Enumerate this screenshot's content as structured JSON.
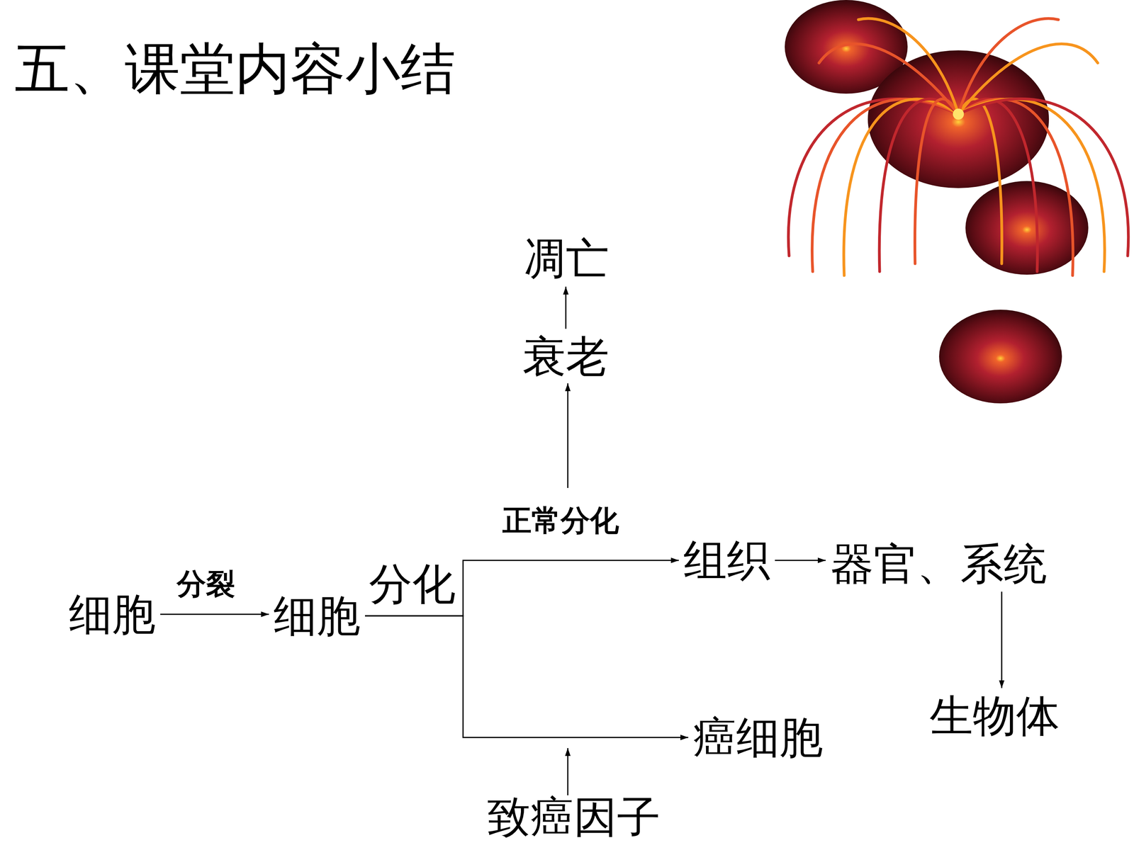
{
  "diagram": {
    "title": "五、课堂内容小结",
    "nodes": [
      {
        "text": [
          "细胞"
        ]
      },
      {
        "text": [
          "细胞"
        ]
      },
      {
        "text": [
          "凋亡"
        ]
      },
      {
        "text": [
          "衰老"
        ]
      },
      {
        "text": [
          "组织"
        ]
      },
      {
        "text": [
          "器官、系统"
        ]
      },
      {
        "text": [
          "生物体"
        ]
      },
      {
        "text": [
          "癌细胞"
        ]
      },
      {
        "text": [
          "致癌因子"
        ]
      }
    ],
    "edges": [
      {
        "from": 0,
        "to": 1,
        "label": "分裂",
        "arrow": "to"
      },
      {
        "from": 1,
        "to": 4,
        "label": "正常分化",
        "arrow": "to"
      },
      {
        "from": 1,
        "to": 7,
        "arrow": "to"
      },
      {
        "from": 4,
        "to": 5,
        "arrow": "to"
      },
      {
        "from": 5,
        "to": 6,
        "arrow": "to"
      },
      {
        "from": 3,
        "to": 2,
        "arrow": "to"
      }
    ],
    "labels": [
      "分化"
    ]
  }
}
